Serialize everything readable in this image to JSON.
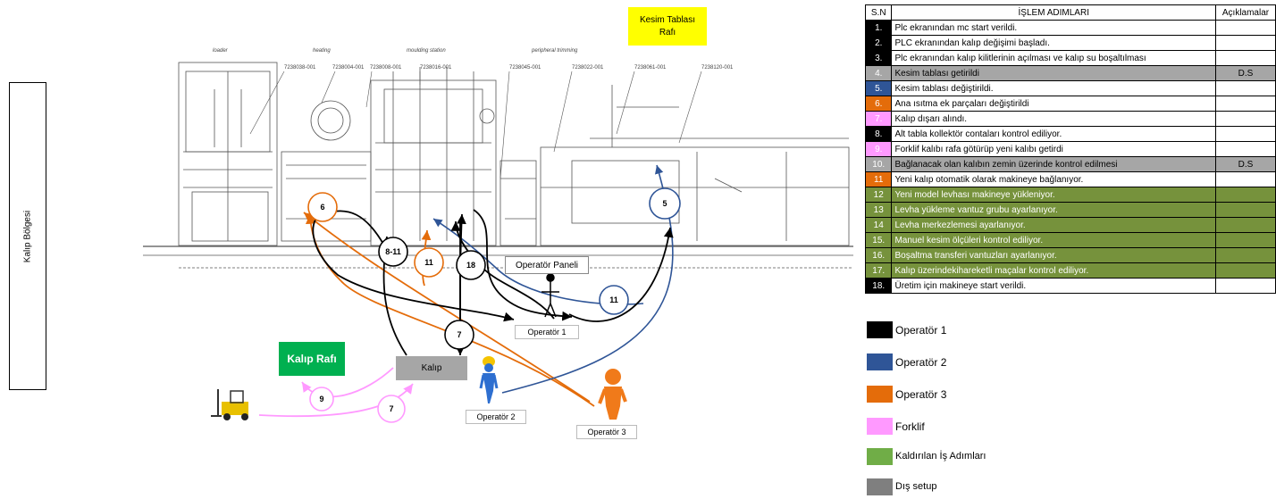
{
  "zone_label": "Kalıp Bölgesi",
  "yellow_box": "Kesim Tablası Rafı",
  "drawing": {
    "section_labels": [
      "loader",
      "heating",
      "moulding station",
      "peripheral trimming"
    ],
    "part_numbers": [
      "7238038-001",
      "7238004-001",
      "7238008-001",
      "7238016-001",
      "7238045-001",
      "7238022-001",
      "7238061-001",
      "7238120-001"
    ]
  },
  "boxes": {
    "kalip_rafi": "Kalıp Rafı",
    "kalip": "Kalıp",
    "operator_panel": "Operatör Paneli"
  },
  "people": {
    "op1": "Operatör 1",
    "op2": "Operatör 2",
    "op3": "Operatör 3"
  },
  "markers": {
    "m6": "6",
    "m8_11": "8-11",
    "m11_orange": "11",
    "m18": "18",
    "m7_black": "7",
    "m5": "5",
    "m11_blue": "11",
    "m9": "9",
    "m7_pink": "7"
  },
  "colors": {
    "operator1": "#000000",
    "operator2": "#2f5597",
    "operator3": "#e46c0a",
    "forklift": "#ff99ff",
    "removed": "#70ad47",
    "external": "#7f7f7f",
    "grey_row": "#a6a6a6",
    "green_row": "#76923c"
  },
  "table": {
    "headers": [
      "S.N",
      "İŞLEM ADIMLARI",
      "Açıklamalar"
    ],
    "rows": [
      {
        "sn": "1.",
        "text": "Plc ekranından mc start verildi.",
        "note": "",
        "sn_color": "#000000",
        "row_color": ""
      },
      {
        "sn": "2.",
        "text": "PLC ekranından kalıp değişimi başladı.",
        "note": "",
        "sn_color": "#000000",
        "row_color": ""
      },
      {
        "sn": "3.",
        "text": "Plc ekranından kalıp kilitlerinin açılması ve kalıp su boşaltılması",
        "note": "",
        "sn_color": "#000000",
        "row_color": ""
      },
      {
        "sn": "4.",
        "text": "Kesim tablası getirildi",
        "note": "D.S",
        "sn_color": "#a6a6a6",
        "row_color": "#a6a6a6"
      },
      {
        "sn": "5.",
        "text": "Kesim tablası değiştirildi.",
        "note": "",
        "sn_color": "#2f5597",
        "row_color": ""
      },
      {
        "sn": "6.",
        "text": "Ana ısıtma ek parçaları değiştirildi",
        "note": "",
        "sn_color": "#e46c0a",
        "row_color": ""
      },
      {
        "sn": "7.",
        "text": "Kalıp dışarı alındı.",
        "note": "",
        "sn_color": "#ff99ff",
        "row_color": ""
      },
      {
        "sn": "8.",
        "text": "Alt tabla kollektör contaları kontrol ediliyor.",
        "note": "",
        "sn_color": "#000000",
        "row_color": ""
      },
      {
        "sn": "9.",
        "text": "Forklif kalıbı rafa götürüp yeni kalıbı getirdi",
        "note": "",
        "sn_color": "#ff99ff",
        "row_color": ""
      },
      {
        "sn": "10.",
        "text": "Bağlanacak olan kalıbın zemin üzerinde kontrol edilmesi",
        "note": "D.S",
        "sn_color": "#a6a6a6",
        "row_color": "#a6a6a6"
      },
      {
        "sn": "11",
        "text": "Yeni kalıp otomatik olarak makineye bağlanıyor.",
        "note": "",
        "sn_color": "#e46c0a",
        "row_color": ""
      },
      {
        "sn": "12",
        "text": "Yeni model levhası makineye yükleniyor.",
        "note": "",
        "sn_color": "#76923c",
        "row_color": "#76923c"
      },
      {
        "sn": "13",
        "text": "Levha yükleme vantuz grubu ayarlanıyor.",
        "note": "",
        "sn_color": "#76923c",
        "row_color": "#76923c"
      },
      {
        "sn": "14",
        "text": "Levha merkezlemesi ayarlanıyor.",
        "note": "",
        "sn_color": "#76923c",
        "row_color": "#76923c"
      },
      {
        "sn": "15.",
        "text": "Manuel kesim ölçüleri kontrol ediliyor.",
        "note": "",
        "sn_color": "#76923c",
        "row_color": "#76923c"
      },
      {
        "sn": "16.",
        "text": "Boşaltma transferi vantuzları ayarlanıyor.",
        "note": "",
        "sn_color": "#76923c",
        "row_color": "#76923c"
      },
      {
        "sn": "17.",
        "text": "Kalıp üzerindekihareketli maçalar kontrol ediliyor.",
        "note": "",
        "sn_color": "#76923c",
        "row_color": "#76923c"
      },
      {
        "sn": "18.",
        "text": "Üretim için makineye start verildi.",
        "note": "",
        "sn_color": "#000000",
        "row_color": ""
      }
    ]
  },
  "legend": [
    {
      "label": "Operatör 1",
      "color": "#000000"
    },
    {
      "label": "Operatör 2",
      "color": "#2f5597"
    },
    {
      "label": "Operatör 3",
      "color": "#e46c0a"
    },
    {
      "label": "Forklif",
      "color": "#ff99ff"
    },
    {
      "label": "Kaldırılan İş Adımları",
      "color": "#70ad47"
    },
    {
      "label": "Dış setup",
      "color": "#7f7f7f"
    }
  ]
}
